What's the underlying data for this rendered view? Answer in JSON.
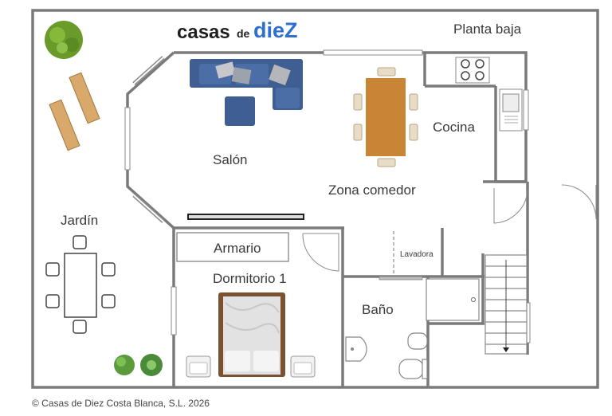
{
  "brand": {
    "part1": "casas",
    "part2": "de",
    "part3": "dieZ"
  },
  "floor_label": "Planta baja",
  "rooms": {
    "salon": "Salón",
    "cocina": "Cocina",
    "comedor": "Zona comedor",
    "jardin": "Jardín",
    "armario": "Armario",
    "dormitorio": "Dormitorio 1",
    "lavadora": "Lavadora",
    "bano": "Baño"
  },
  "copyright": "© Casas de Diez Costa Blanca, S.L. 2026",
  "colors": {
    "wall": "#7a7a7a",
    "sofa": "#3f5e92",
    "table": "#c98536",
    "brand_blue": "#2f6fd0",
    "plant": "#6a9a2a"
  }
}
